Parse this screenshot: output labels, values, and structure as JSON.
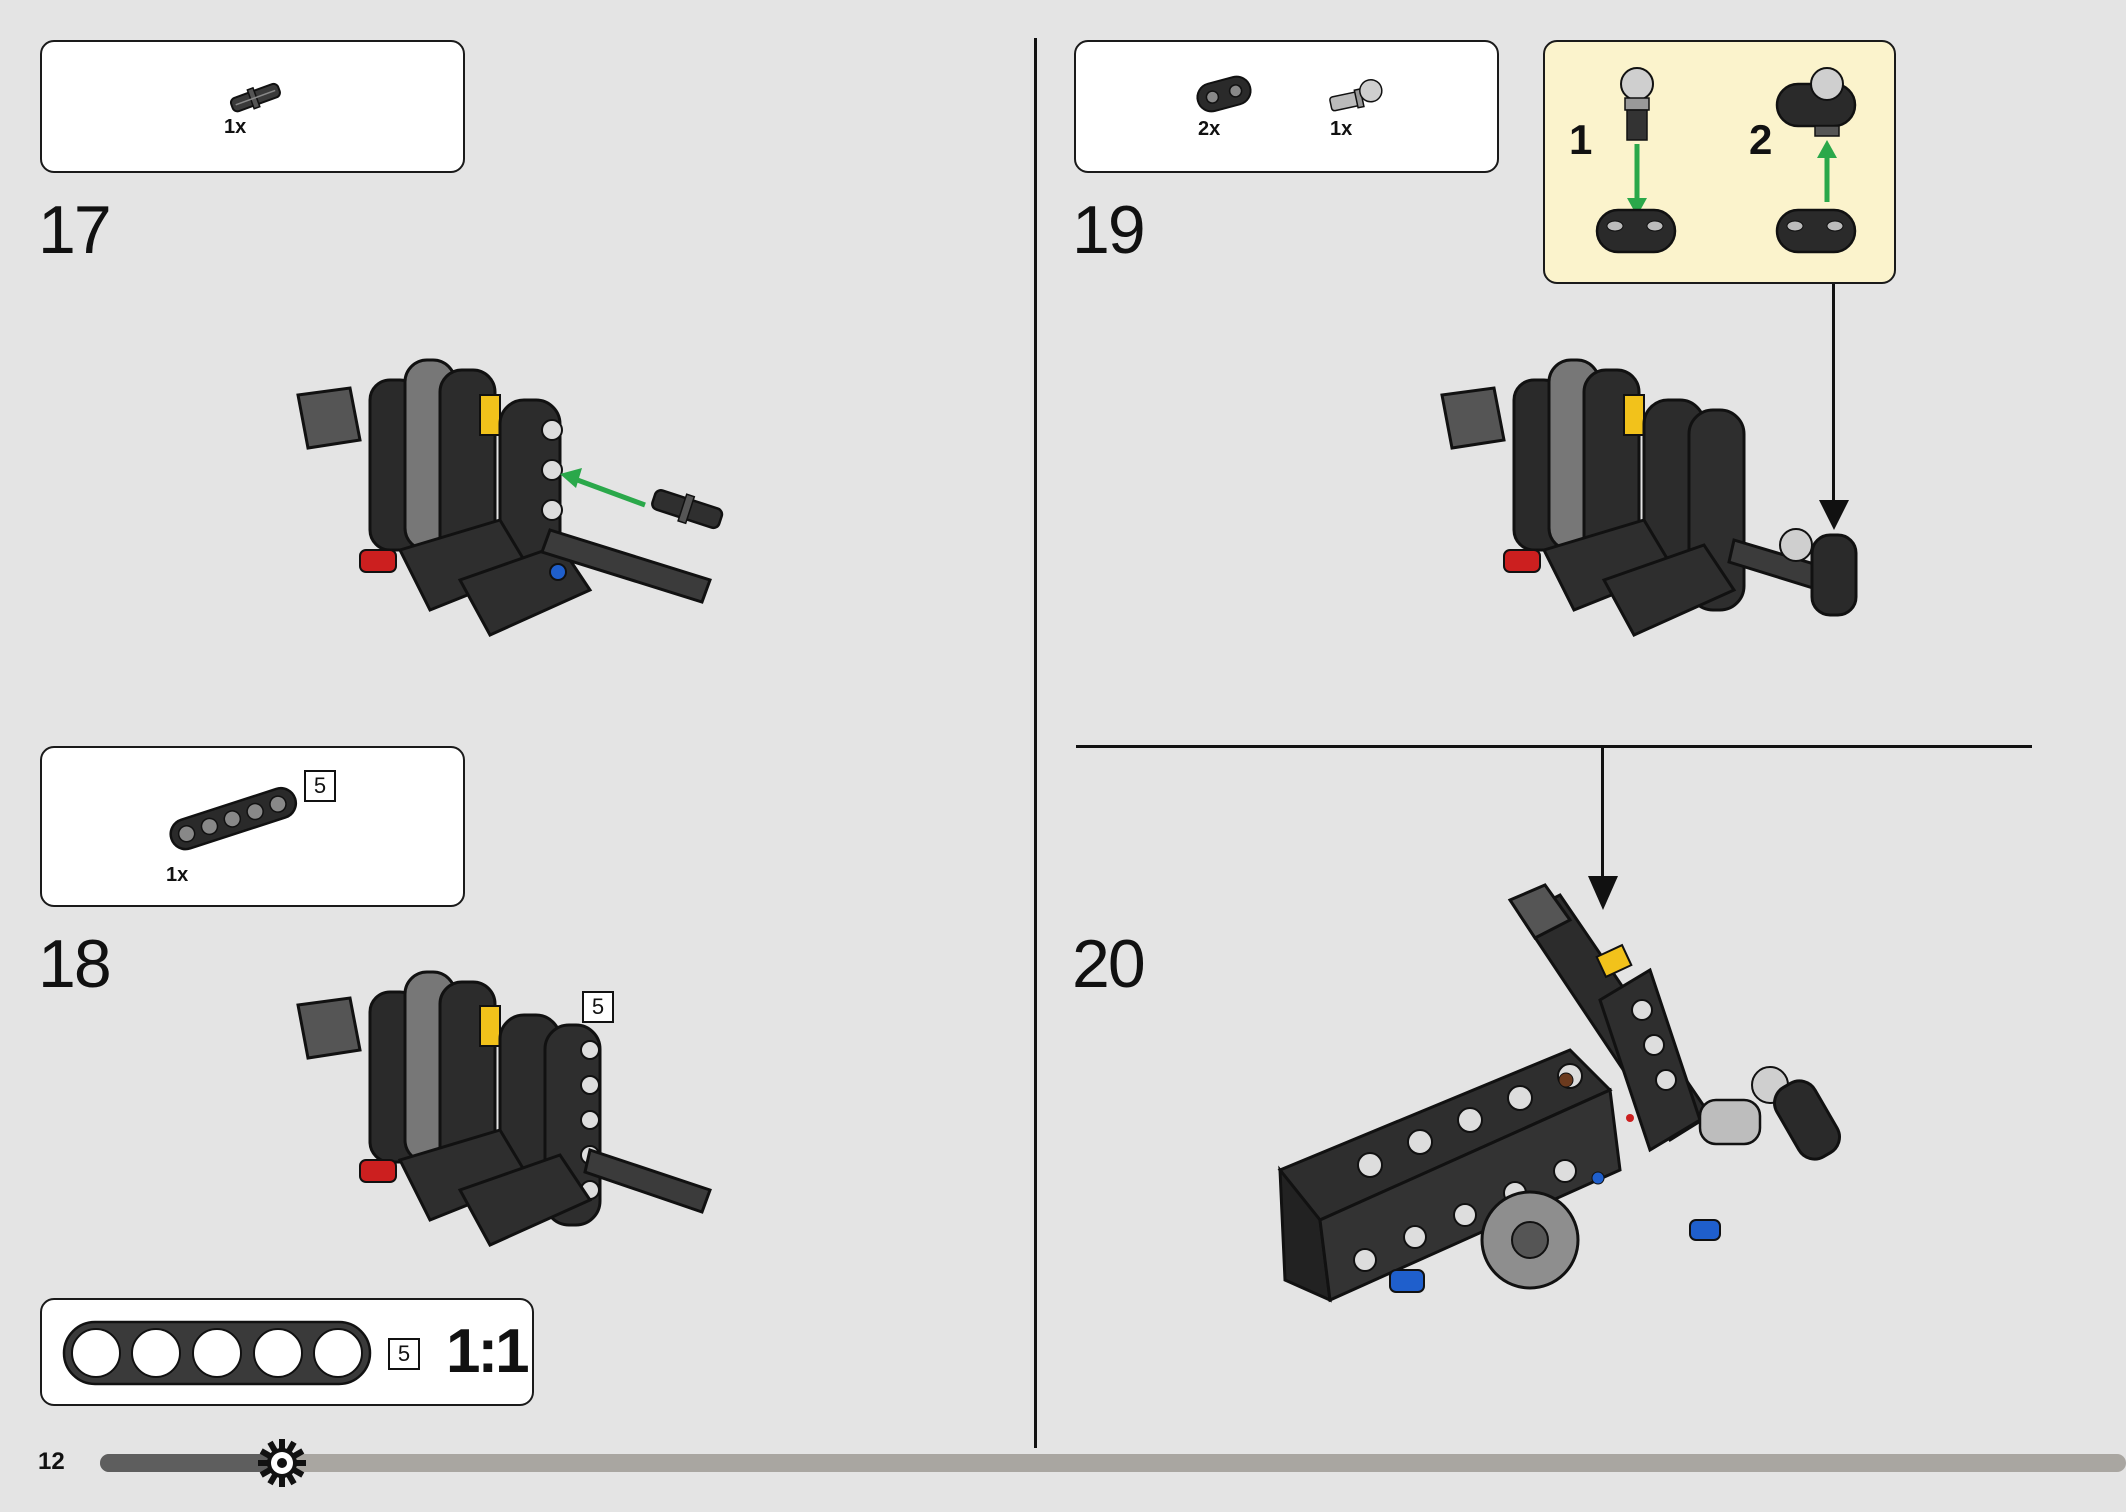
{
  "page": {
    "number": "12",
    "progress": 0.09
  },
  "steps": [
    {
      "number": "17",
      "parts": [
        {
          "name": "friction-axle-pin-icon",
          "qty": "1x"
        }
      ]
    },
    {
      "number": "18",
      "parts": [
        {
          "name": "beam-5-icon",
          "qty": "1x",
          "length": "5"
        }
      ],
      "model_length": "5"
    },
    {
      "number": "19",
      "parts": [
        {
          "name": "beam-2-icon",
          "qty": "2x"
        },
        {
          "name": "ball-pin-icon",
          "qty": "1x"
        }
      ],
      "substeps": [
        "1",
        "2"
      ]
    },
    {
      "number": "20"
    }
  ],
  "scale_guide": {
    "length": "5",
    "ratio": "1:1"
  },
  "colors": {
    "background": "#e4e4e4",
    "arrow_green": "#2aa84a",
    "substep_bg": "#fbf3cc",
    "pin_red": "#cc1f1f",
    "pin_blue": "#1f5fcc",
    "axle_yellow": "#f2c21b"
  }
}
